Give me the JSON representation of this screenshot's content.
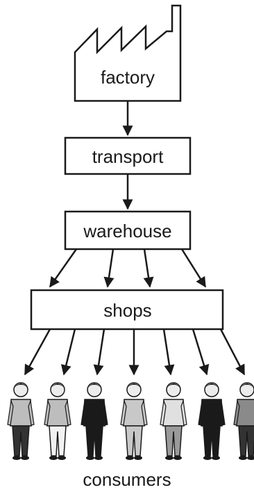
{
  "nodes": {
    "factory": "factory",
    "transport": "transport",
    "warehouse": "warehouse",
    "shops": "shops"
  },
  "caption": "consumers",
  "flow": [
    {
      "from": "factory",
      "to": "transport",
      "count": 1
    },
    {
      "from": "transport",
      "to": "warehouse",
      "count": 1
    },
    {
      "from": "warehouse",
      "to": "shops",
      "count": 4
    },
    {
      "from": "shops",
      "to": "consumers",
      "count": 7
    }
  ],
  "consumers": [
    {
      "icon": "man-beard-icon",
      "shirt": "#bdbdbd",
      "legs": "#333333"
    },
    {
      "icon": "woman-skirt-icon",
      "shirt": "#bdbdbd",
      "legs": "#f2f2f2"
    },
    {
      "icon": "man-suit-icon",
      "shirt": "#1a1a1a",
      "legs": "#1a1a1a"
    },
    {
      "icon": "woman-dress-icon",
      "shirt": "#c8c8c8",
      "legs": "#c8c8c8"
    },
    {
      "icon": "man-turban-icon",
      "shirt": "#e0e0e0",
      "legs": "#9a9a9a"
    },
    {
      "icon": "woman-dark-dress-icon",
      "shirt": "#1a1a1a",
      "legs": "#1a1a1a"
    },
    {
      "icon": "man-beard-icon-2",
      "shirt": "#8a8a8a",
      "legs": "#333333"
    }
  ],
  "colors": {
    "line": "#1a1a1a",
    "background": "#ffffff",
    "skin": "#ececec"
  }
}
